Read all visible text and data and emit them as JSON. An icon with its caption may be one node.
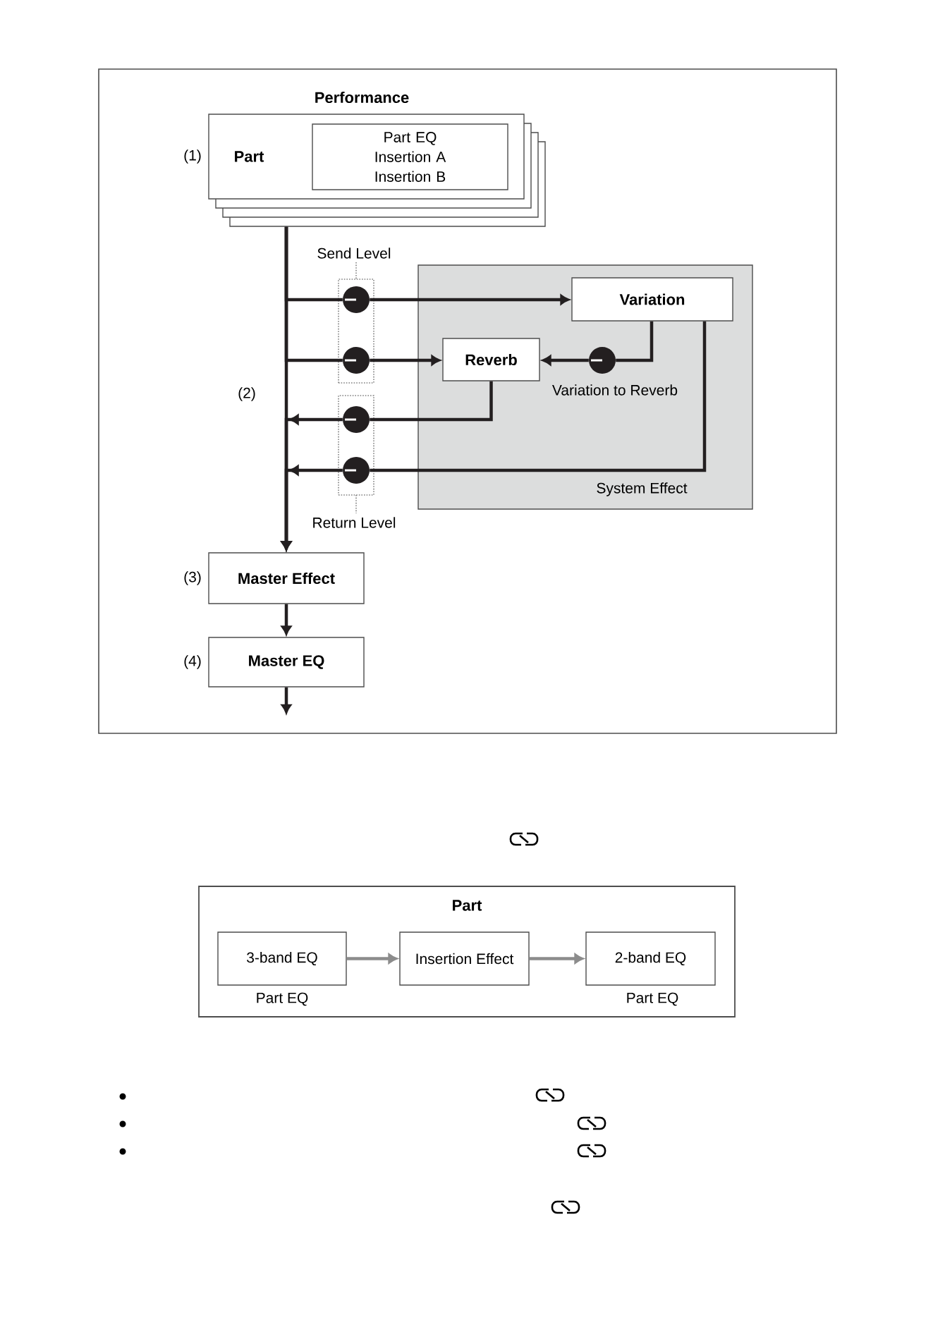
{
  "diagram": {
    "nodes": [
      {
        "text": [
          "Performance",
          "Part"
        ],
        "beside": [
          "(1)"
        ]
      },
      {
        "text": [
          "Part EQ Insertion A Insertion B"
        ],
        "in": 0
      },
      {
        "text": [
          "Send Level"
        ]
      },
      {
        "text": [],
        "shape": "circle",
        "in": 2
      },
      {
        "text": [],
        "shape": "circle",
        "in": 2
      },
      {
        "text": [
          "System Effect"
        ]
      },
      {
        "text": [
          "Variation"
        ],
        "in": 5
      },
      {
        "text": [
          "Reverb"
        ],
        "in": 5
      },
      {
        "text": [],
        "shape": "circle",
        "in": 5,
        "beside": [
          "Variation to Reverb"
        ]
      },
      {
        "text": [
          "Return Level"
        ]
      },
      {
        "text": [],
        "shape": "circle",
        "in": 9
      },
      {
        "text": [],
        "shape": "circle",
        "in": 9
      },
      {
        "text": [
          "Master Effect"
        ],
        "beside": [
          "(3)"
        ]
      },
      {
        "text": [
          "Master EQ"
        ],
        "beside": [
          "(4)"
        ]
      },
      {
        "text": [
          "Part"
        ]
      },
      {
        "text": [
          "3-band EQ"
        ],
        "in": 14,
        "beside": [
          "Part EQ"
        ]
      },
      {
        "text": [
          "Insertion Effect"
        ],
        "in": 14
      },
      {
        "text": [
          "2-band EQ"
        ],
        "in": 14,
        "beside": [
          "Part EQ"
        ]
      }
    ],
    "edges": [
      {
        "from": 0,
        "to": 3,
        "arrow": "none"
      },
      {
        "from": 3,
        "to": 6,
        "arrow": "to"
      },
      {
        "from": 0,
        "to": 4,
        "arrow": "none"
      },
      {
        "from": 4,
        "to": 7,
        "arrow": "to"
      },
      {
        "from": 7,
        "to": 10,
        "arrow": "none"
      },
      {
        "from": 10,
        "to": 12,
        "arrow": "to"
      },
      {
        "from": 6,
        "to": 11,
        "arrow": "none"
      },
      {
        "from": 11,
        "to": 12,
        "arrow": "to"
      },
      {
        "from": 6,
        "to": 8,
        "arrow": "none"
      },
      {
        "from": 8,
        "to": 7,
        "arrow": "to"
      },
      {
        "from": 0,
        "to": 12,
        "arrow": "to"
      },
      {
        "from": 12,
        "to": 13,
        "arrow": "to"
      },
      {
        "from": 13,
        "to": null,
        "arrow": "to"
      },
      {
        "from": 15,
        "to": 16,
        "arrow": "to",
        "color": "#8c8c8c"
      },
      {
        "from": 16,
        "to": 17,
        "arrow": "to",
        "color": "#8c8c8c"
      }
    ],
    "labels": [
      "(2)"
    ]
  }
}
